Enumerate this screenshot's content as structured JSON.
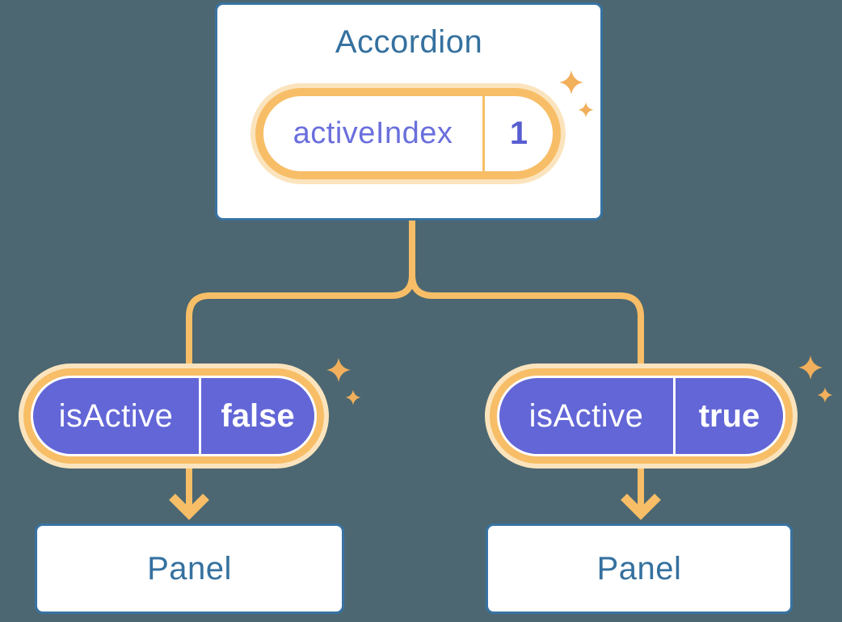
{
  "canvas": {
    "background": "#4C6771"
  },
  "palette": {
    "connector_orange": "#F7BE67",
    "pill_glow": "#FBE4BD",
    "pill_purple": "#6266D6",
    "box_border_blue": "#3873A3",
    "heading_blue": "#35719F",
    "state_label_purple": "#6A6FDC",
    "state_value_indigo": "#585ED1",
    "sparkle_orange": "#F2AF5C"
  },
  "accordion": {
    "title": "Accordion",
    "pill": {
      "label": "activeIndex",
      "value": "1"
    }
  },
  "children": [
    {
      "pill": {
        "label": "isActive",
        "value": "false"
      },
      "panel": {
        "label": "Panel"
      }
    },
    {
      "pill": {
        "label": "isActive",
        "value": "true"
      },
      "panel": {
        "label": "Panel"
      }
    }
  ]
}
